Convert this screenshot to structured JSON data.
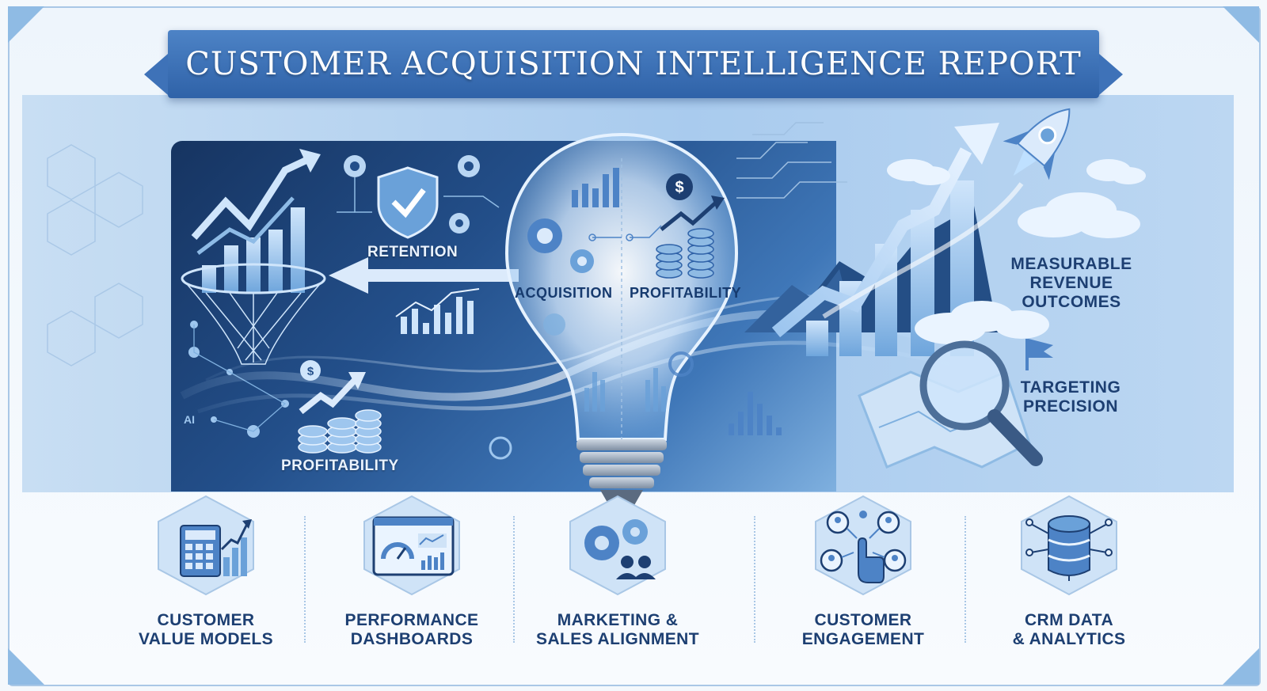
{
  "title": "CUSTOMER ACQUISITION INTELLIGENCE REPORT",
  "labels": {
    "retention": "RETENTION",
    "profitability_left": "PROFITABILITY",
    "acquisition": "ACQUISITION",
    "profitability_bulb": "PROFITABILITY",
    "measurable_1": "MEASURABLE",
    "measurable_2": "REVENUE",
    "measurable_3": "OUTCOMES",
    "targeting_1": "TARGETING",
    "targeting_2": "PRECISION"
  },
  "features": [
    {
      "line1": "CUSTOMER",
      "line2": "VALUE MODELS",
      "icon": "calculator-chart-icon"
    },
    {
      "line1": "PERFORMANCE",
      "line2": "DASHBOARDS",
      "icon": "dashboard-gauge-icon"
    },
    {
      "line1": "MARKETING &",
      "line2": "SALES ALIGNMENT",
      "icon": "gears-team-icon"
    },
    {
      "line1": "CUSTOMER",
      "line2": "ENGAGEMENT",
      "icon": "network-click-icon"
    },
    {
      "line1": "CRM DATA",
      "line2": "& ANALYTICS",
      "icon": "database-icon"
    }
  ],
  "colors": {
    "banner": "#2f62a8",
    "dark_panel": "#163461",
    "accent": "#4d83c6",
    "text_dark": "#1d3f72"
  }
}
